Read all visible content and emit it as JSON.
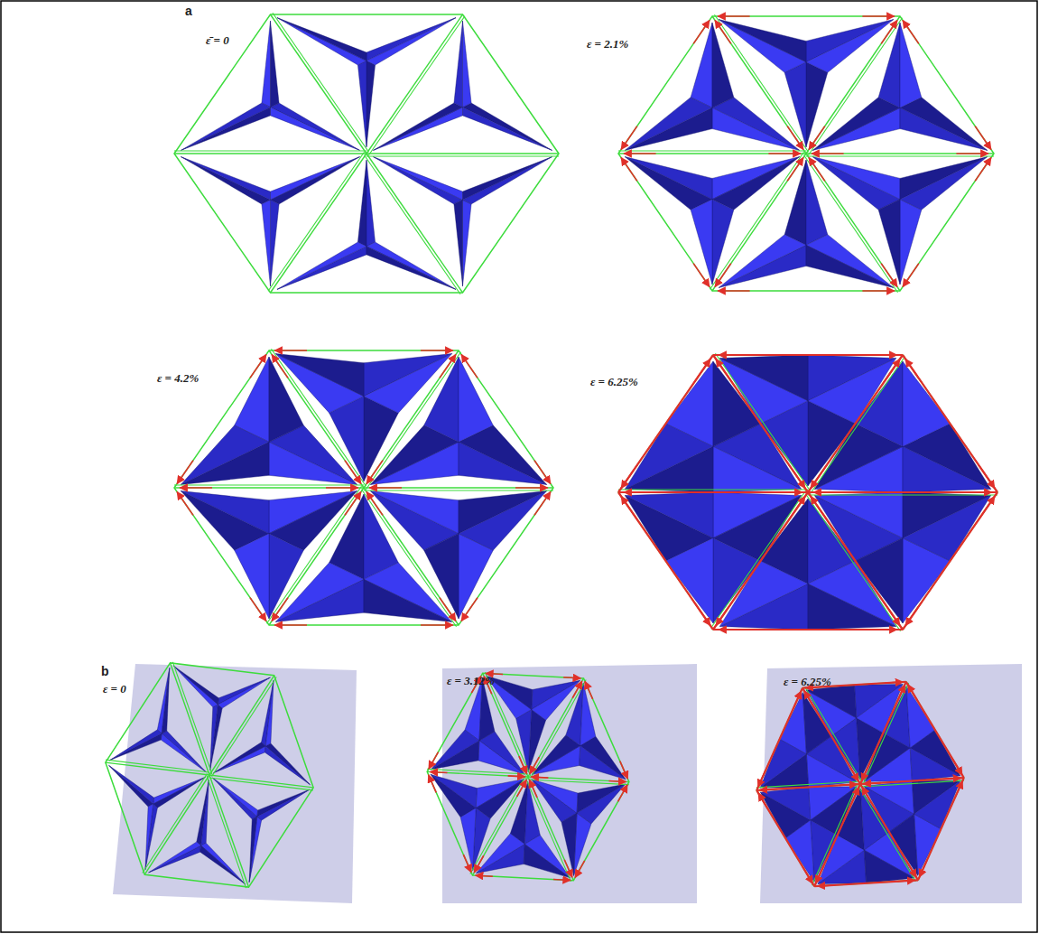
{
  "diagram": {
    "labels": [
      "a",
      "ε̄ = 0",
      "ε = 2.1%",
      "ε = 4.2%",
      "ε = 6.25%",
      "b",
      "ε = 0",
      "ε = 3.12%",
      "ε = 6.25%"
    ]
  }
}
